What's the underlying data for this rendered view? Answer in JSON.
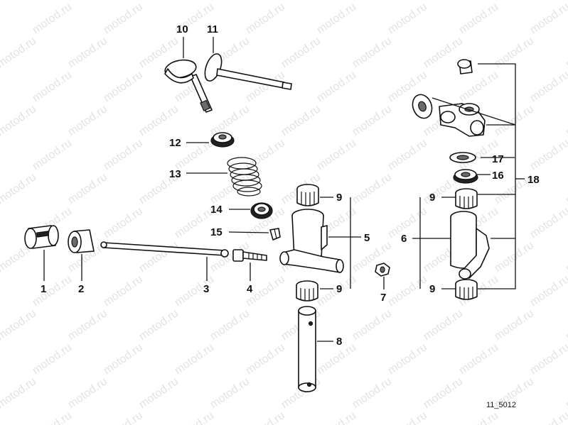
{
  "watermark": "motod.ru",
  "diagram_code": "11_5012",
  "callouts": {
    "c1": "1",
    "c2": "2",
    "c3": "3",
    "c4": "4",
    "c5": "5",
    "c6": "6",
    "c7": "7",
    "c8": "8",
    "c9a": "9",
    "c9b": "9",
    "c9c": "9",
    "c9d": "9",
    "c10": "10",
    "c11": "11",
    "c12": "12",
    "c13": "13",
    "c14": "14",
    "c15": "15",
    "c16": "16",
    "c17": "17",
    "c18": "18"
  }
}
